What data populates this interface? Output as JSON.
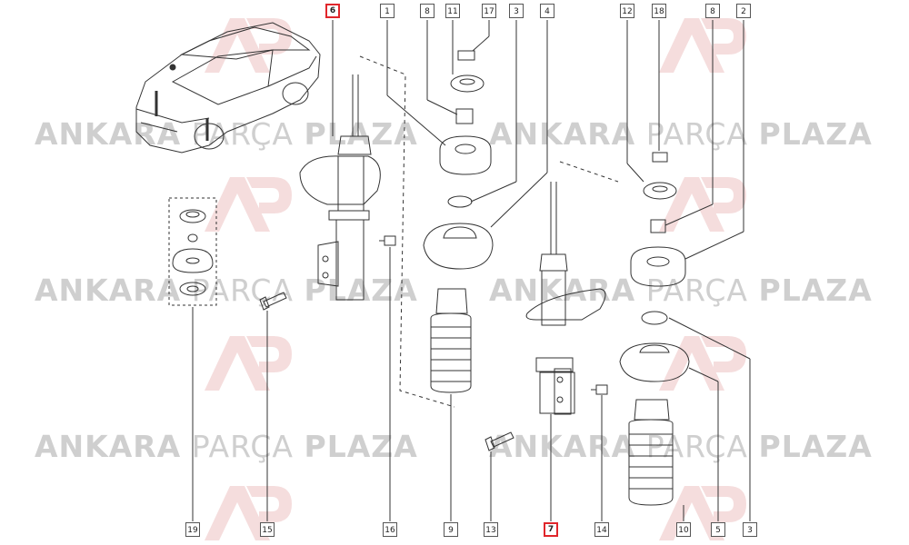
{
  "watermark": {
    "brand": "ANKARA",
    "middle": "PARÇA",
    "suffix": "PLAZA"
  },
  "labels": {
    "top": [
      "6",
      "1",
      "8",
      "11",
      "17",
      "3",
      "4",
      "12",
      "18",
      "8",
      "2"
    ],
    "bottom": [
      "19",
      "15",
      "16",
      "9",
      "13",
      "7",
      "14",
      "10",
      "5",
      "3"
    ]
  },
  "colors": {
    "line": "#333333",
    "highlight": "#e0262b",
    "watermark": "#cfcfcf"
  },
  "icons": [
    "car-icon",
    "strut-icon",
    "boot-icon",
    "mount-icon",
    "bolt-icon",
    "nut-icon"
  ]
}
